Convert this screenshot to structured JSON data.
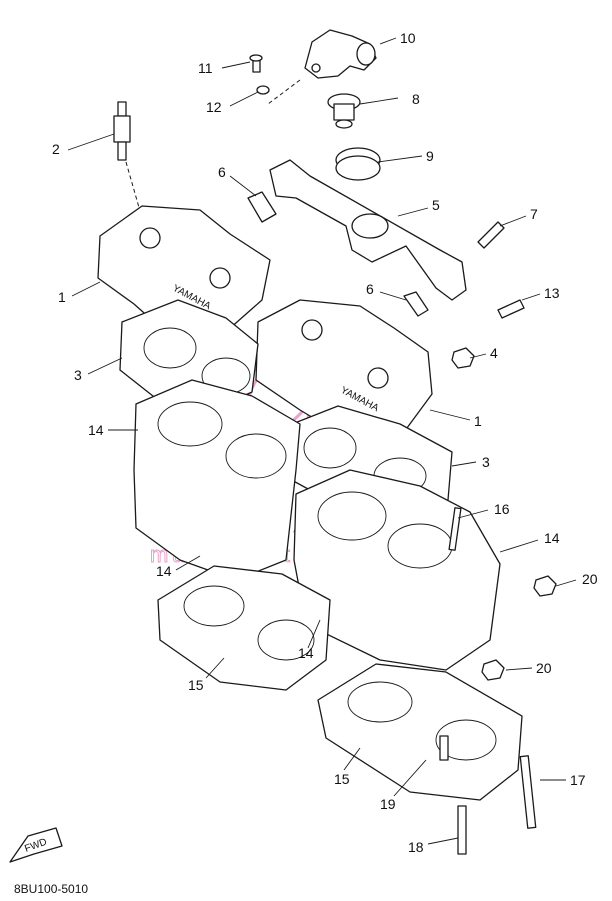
{
  "diagram": {
    "drawing_code": "8BU100-5010",
    "fwd_label": "FWD",
    "watermark": {
      "brand": "ARMADA",
      "tagline": "marine outboards"
    },
    "cylinder_head_stamp": "YAMAHA",
    "callouts": [
      "1",
      "2",
      "3",
      "4",
      "5",
      "6",
      "7",
      "8",
      "9",
      "10",
      "11",
      "12",
      "13",
      "14",
      "15",
      "16",
      "17",
      "18",
      "19",
      "20"
    ],
    "labels": [
      {
        "id": "10",
        "text": "10"
      },
      {
        "id": "11",
        "text": "11"
      },
      {
        "id": "12",
        "text": "12"
      },
      {
        "id": "8",
        "text": "8"
      },
      {
        "id": "2",
        "text": "2"
      },
      {
        "id": "9",
        "text": "9"
      },
      {
        "id": "6a",
        "text": "6"
      },
      {
        "id": "5",
        "text": "5"
      },
      {
        "id": "7",
        "text": "7"
      },
      {
        "id": "1a",
        "text": "1"
      },
      {
        "id": "13",
        "text": "13"
      },
      {
        "id": "6b",
        "text": "6"
      },
      {
        "id": "3a",
        "text": "3"
      },
      {
        "id": "4",
        "text": "4"
      },
      {
        "id": "1b",
        "text": "1"
      },
      {
        "id": "14a",
        "text": "14"
      },
      {
        "id": "3b",
        "text": "3"
      },
      {
        "id": "16",
        "text": "16"
      },
      {
        "id": "14b",
        "text": "14"
      },
      {
        "id": "14c",
        "text": "14"
      },
      {
        "id": "20a",
        "text": "20"
      },
      {
        "id": "14d",
        "text": "14"
      },
      {
        "id": "20b",
        "text": "20"
      },
      {
        "id": "15a",
        "text": "15"
      },
      {
        "id": "17",
        "text": "17"
      },
      {
        "id": "15b",
        "text": "15"
      },
      {
        "id": "19",
        "text": "19"
      },
      {
        "id": "18",
        "text": "18"
      }
    ]
  }
}
